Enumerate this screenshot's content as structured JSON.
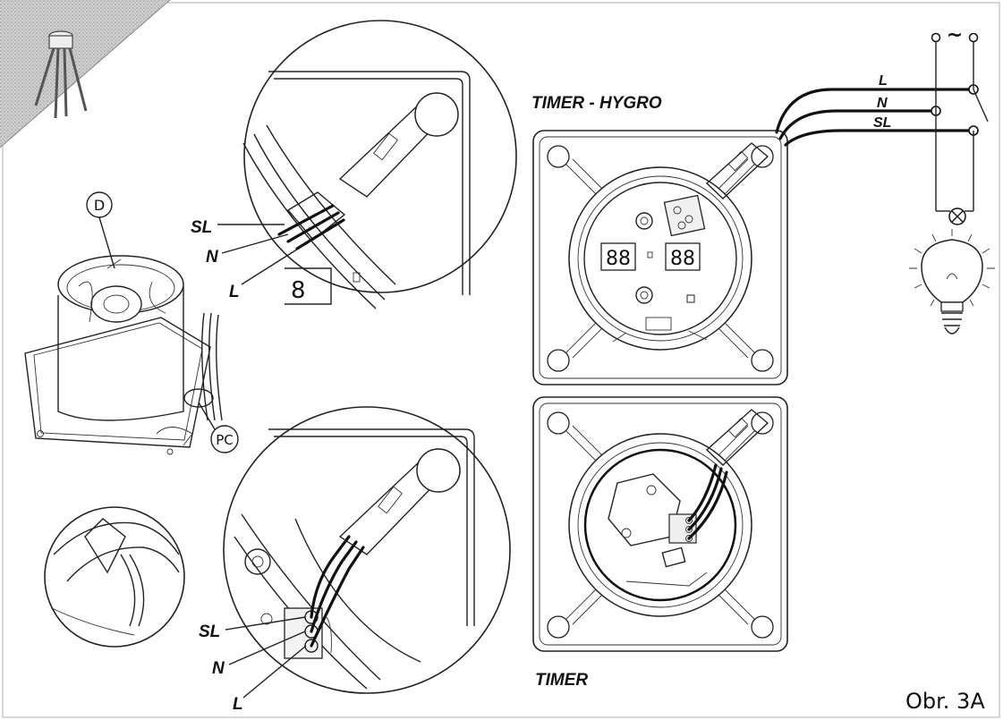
{
  "labels": {
    "timer_hygro": "TIMER - HYGRO",
    "timer": "TIMER",
    "figure_ref": "Obr. 3A",
    "part_d": "D",
    "part_pc": "PC"
  },
  "wiring": {
    "terminals_top": [
      "SL",
      "N",
      "L"
    ],
    "terminals_bottom": [
      "SL",
      "N",
      "L"
    ],
    "mains": [
      "L",
      "N",
      "SL"
    ],
    "supply_symbol": "~"
  },
  "displays": {
    "left": "88",
    "right": "88"
  },
  "icons": [
    "cable-bundle-icon",
    "light-bulb-icon",
    "switch-icon",
    "lamp-symbol-icon"
  ]
}
